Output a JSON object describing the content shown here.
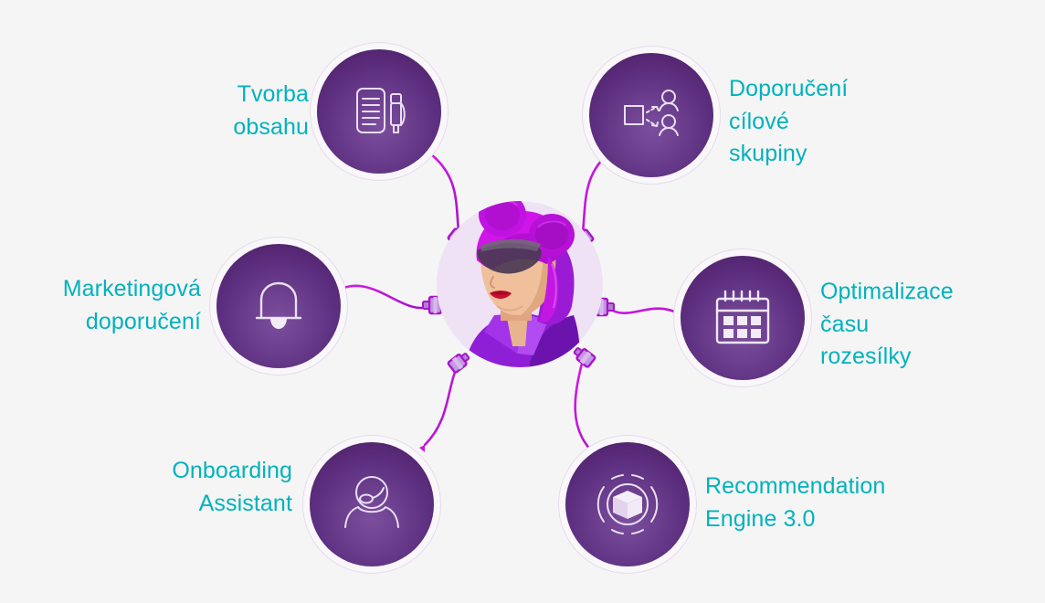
{
  "page": {
    "background_color": "#f5f5f5",
    "accent_text_color": "#00b2bd",
    "node_color_dark": "#4c1f67",
    "node_color_light": "#7b4f9e",
    "wire_color": "#c918e0",
    "center_halo_color": "#efe2f4"
  },
  "center": {
    "name": "ai-assistant-avatar",
    "description": "Stylized illustration of a woman with purple hair buns and dark sunglasses"
  },
  "nodes": [
    {
      "id": "tvorba-obsahu",
      "label": "Tvorba\nobsahu",
      "icon": "document-pen-icon",
      "label_align": "right"
    },
    {
      "id": "doporuceni-cilove-skupiny",
      "label": "Doporučení\ncílové\nskupiny",
      "icon": "audience-targeting-icon",
      "label_align": "left"
    },
    {
      "id": "marketingova-doporuceni",
      "label": "Marketingová\ndoporučení",
      "icon": "bell-icon",
      "label_align": "right"
    },
    {
      "id": "optimalizace-casu-rozesilky",
      "label": "Optimalizace\nčasu\nrozesílky",
      "icon": "calendar-icon",
      "label_align": "left"
    },
    {
      "id": "onboarding-assistant",
      "label": "Onboarding\nAssistant",
      "icon": "headset-agent-icon",
      "label_align": "right"
    },
    {
      "id": "recommendation-engine",
      "label": "Recommendation\nEngine 3.0",
      "icon": "cube-recommendation-icon",
      "label_align": "left"
    }
  ]
}
